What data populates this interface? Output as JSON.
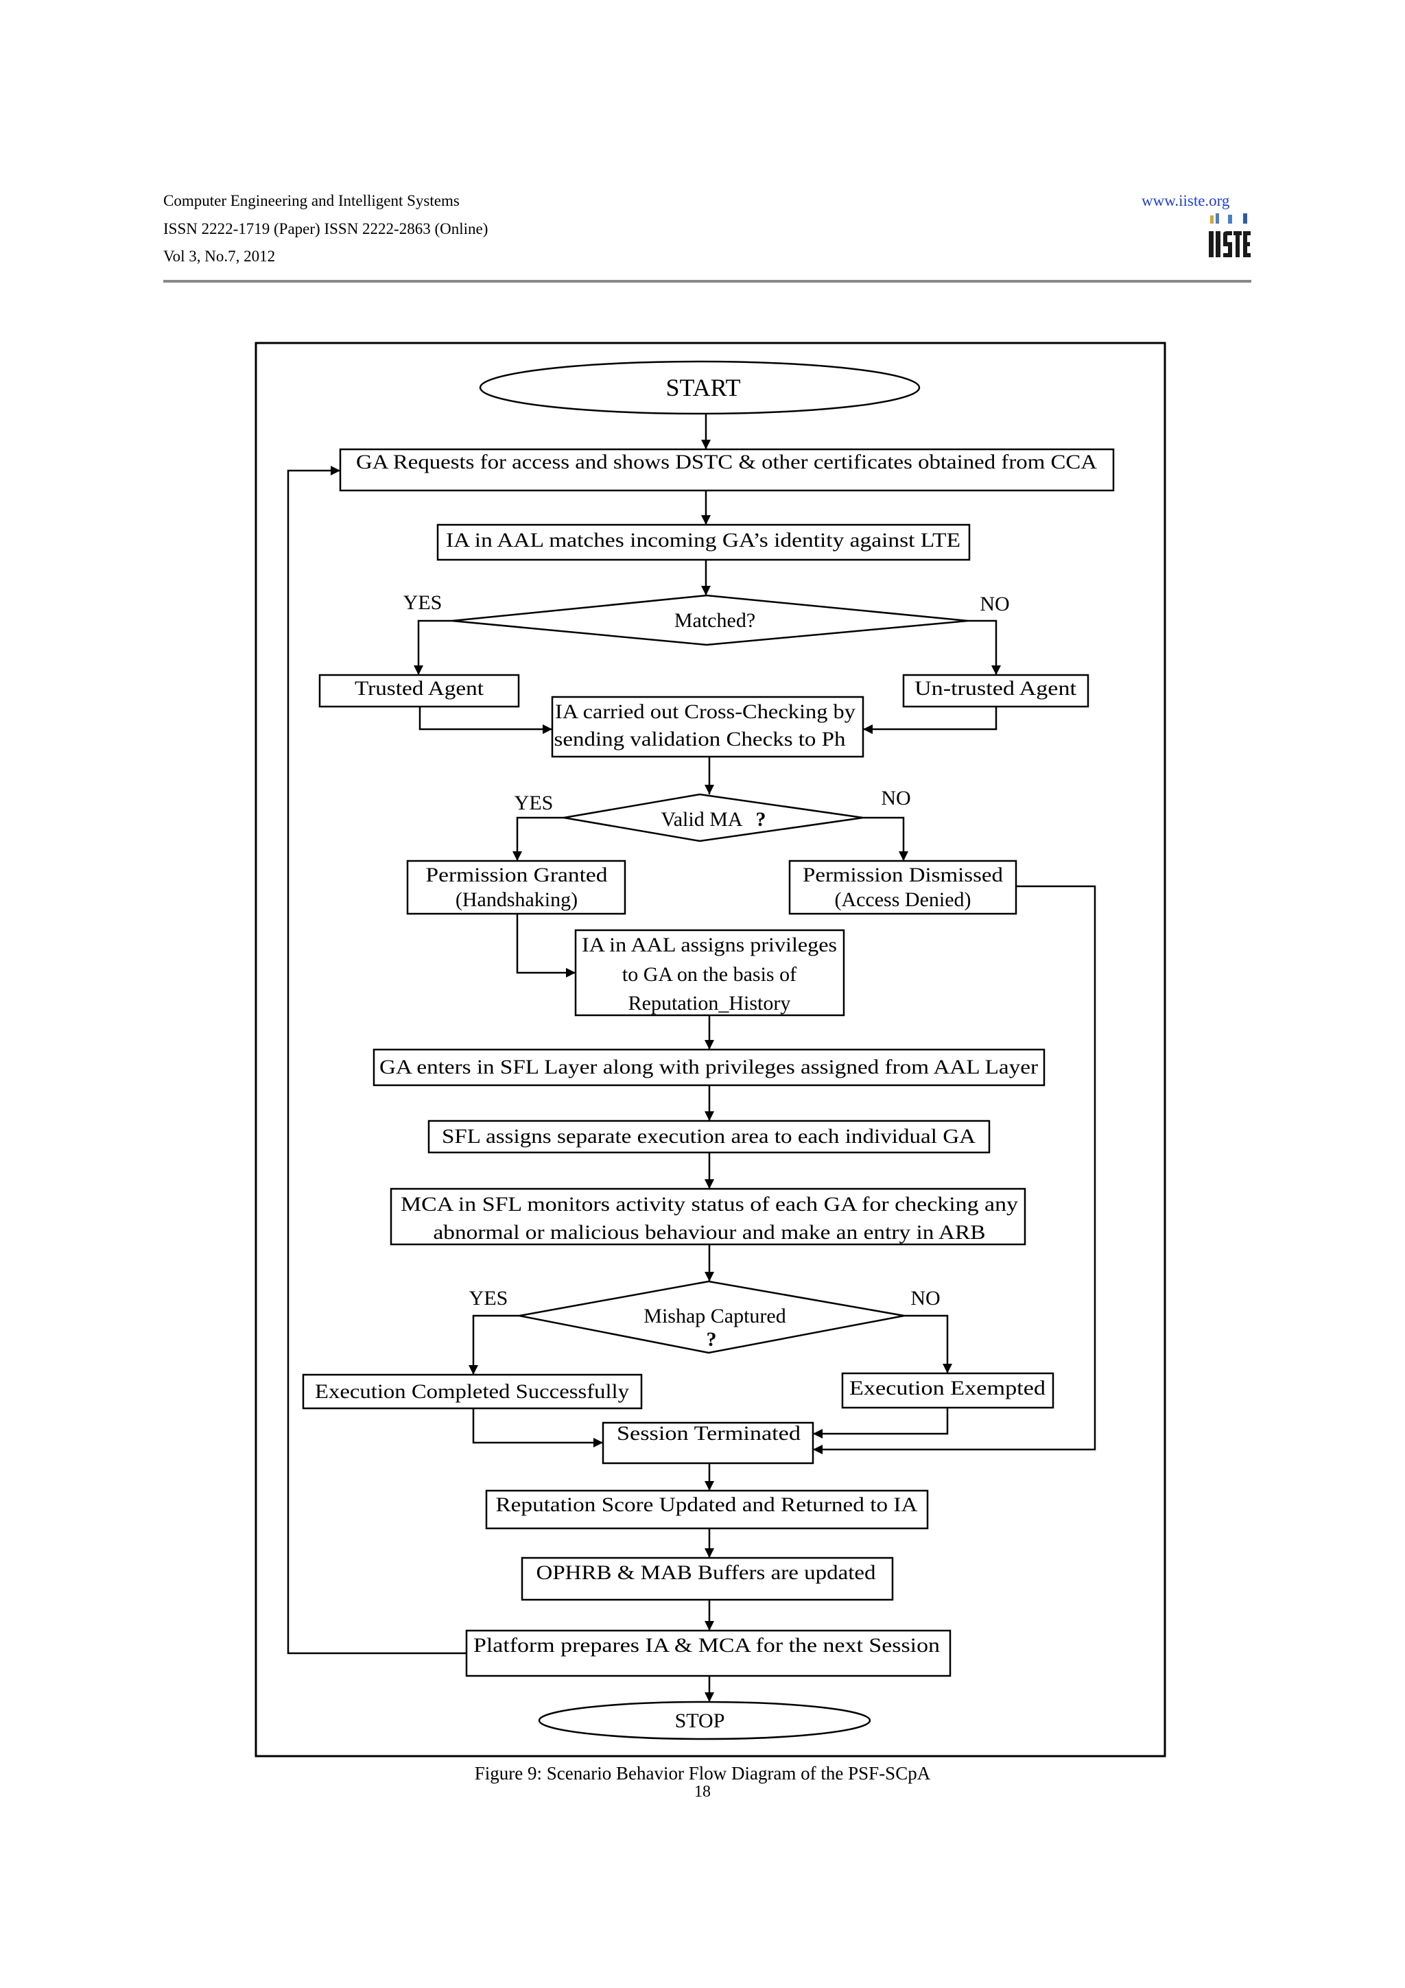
{
  "header": {
    "journal": "Computer Engineering and Intelligent Systems",
    "issn": "ISSN 2222-1719 (Paper) ISSN 2222-2863 (Online)",
    "volume": "Vol 3, No.7, 2012",
    "website": "www.iiste.org",
    "logo_text": "IISTE",
    "link_color": "#1f3fd6"
  },
  "flowchart": {
    "start": "START",
    "ga_request": "GA  Requests for access and shows DSTC & other certificates obtained from CCA",
    "ia_match": "IA in AAL matches incoming GA’s identity against LTE",
    "matched": "Matched?",
    "yes1": "YES",
    "no1": "NO",
    "trusted": "Trusted Agent",
    "untrusted": "Un-trusted Agent",
    "cross_check_1": "IA carried out Cross-Checking by",
    "cross_check_2": "sending validation Checks to Ph",
    "valid_ma": "Valid MA",
    "valid_q": "?",
    "yes2": "YES",
    "no2": "NO",
    "granted_1": "Permission Granted",
    "granted_2": "(Handshaking)",
    "dismissed_1": "Permission Dismissed",
    "dismissed_2": "(Access Denied)",
    "assign_1": "IA in AAL assigns privileges",
    "assign_2": "to GA on the basis of",
    "assign_3": "Reputation_History",
    "sfl_enter": "GA  enters in SFL Layer along with privileges assigned from AAL Layer",
    "sfl_assign": "SFL  assigns separate execution area to each individual GA",
    "mca_1": "MCA  in SFL monitors activity status of each GA for checking any",
    "mca_2": "abnormal or malicious behaviour and make an entry in ARB",
    "mishap": "Mishap Captured",
    "mishap_q": "?",
    "yes3": "YES",
    "no3": "NO",
    "exec_ok": "Execution Completed Successfully",
    "exec_exempt": "Execution Exempted",
    "terminated": "Session Terminated",
    "reputation": "Reputation Score Updated and Returned to IA",
    "ophrb": "OPHRB & MAB Buffers are updated",
    "platform": "Platform prepares IA & MCA for the next Session",
    "stop": "STOP"
  },
  "caption": "Figure 9: Scenario Behavior Flow Diagram of the PSF-SCpA",
  "page_number": "18"
}
